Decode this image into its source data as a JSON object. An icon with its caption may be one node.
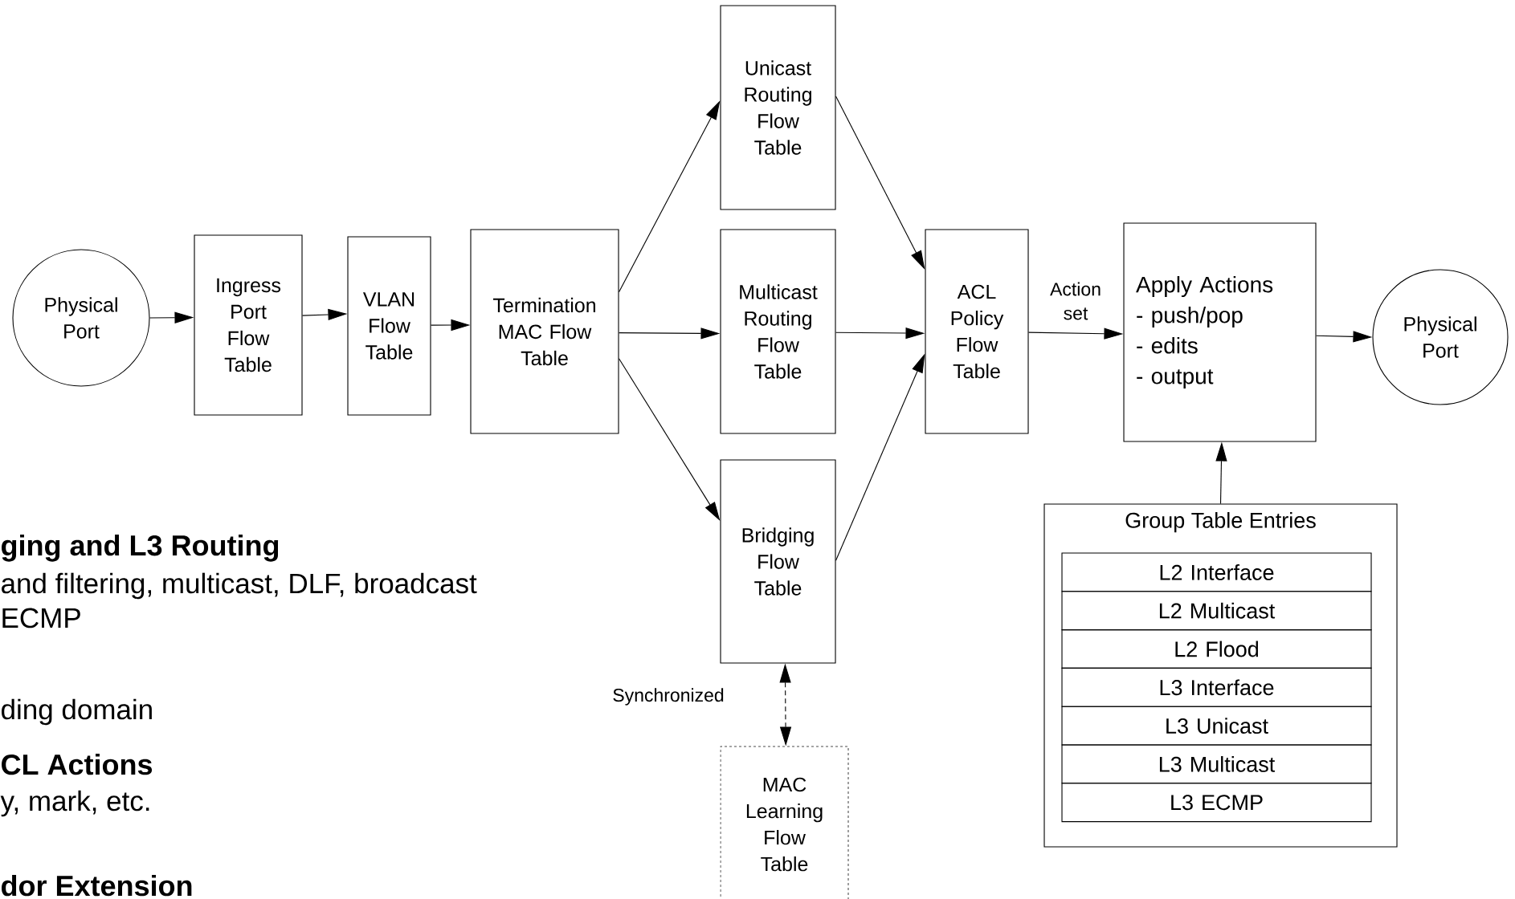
{
  "diagram": {
    "nodes": [
      {
        "text": [
          "Physical Port"
        ]
      },
      {
        "text": [
          "Ingress Port Flow Table"
        ]
      },
      {
        "text": [
          "VLAN Flow Table"
        ]
      },
      {
        "text": [
          "Termination MAC Flow Table"
        ]
      },
      {
        "text": [
          "Unicast Routing Flow Table"
        ]
      },
      {
        "text": [
          "Multicast Routing Flow Table"
        ]
      },
      {
        "text": [
          "Bridging Flow Table"
        ]
      },
      {
        "text": [
          "MAC Learning Flow Table"
        ]
      },
      {
        "text": [
          "ACL Policy Flow Table"
        ]
      },
      {
        "text": [
          "Apply Actions",
          "- push/pop",
          "- edits",
          "- output"
        ]
      },
      {
        "text": [
          "Physical Port"
        ]
      },
      {
        "text": [
          "Group Table Entries"
        ]
      },
      {
        "text": [
          "L2 Interface"
        ],
        "in": 11
      },
      {
        "text": [
          "L2 Multicast"
        ],
        "in": 11
      },
      {
        "text": [
          "L2 Flood"
        ],
        "in": 11
      },
      {
        "text": [
          "L3 Interface"
        ],
        "in": 11
      },
      {
        "text": [
          "L3 Unicast"
        ],
        "in": 11
      },
      {
        "text": [
          "L3 Multicast"
        ],
        "in": 11
      },
      {
        "text": [
          "L3 ECMP"
        ],
        "in": 11
      }
    ],
    "edges": [
      {
        "from": 0,
        "to": 1,
        "arrow": "to"
      },
      {
        "from": 1,
        "to": 2,
        "arrow": "to"
      },
      {
        "from": 2,
        "to": 3,
        "arrow": "to"
      },
      {
        "from": 3,
        "to": 4,
        "arrow": "to"
      },
      {
        "from": 3,
        "to": 5,
        "arrow": "to"
      },
      {
        "from": 3,
        "to": 6,
        "arrow": "to"
      },
      {
        "from": 4,
        "to": 8,
        "arrow": "to"
      },
      {
        "from": 5,
        "to": 8,
        "arrow": "to"
      },
      {
        "from": 6,
        "to": 8,
        "arrow": "to"
      },
      {
        "from": 8,
        "to": 9,
        "arrow": "to",
        "label": "Action set"
      },
      {
        "from": 9,
        "to": 10,
        "arrow": "to"
      },
      {
        "from": 11,
        "to": 9,
        "arrow": "to"
      },
      {
        "from": 6,
        "to": 7,
        "arrow": "both",
        "style": "dashed",
        "label": "Synchronized"
      }
    ],
    "labels": [
      "ging and L3 Routing",
      "and filtering, multicast, DLF, broadcast",
      "ECMP",
      "ding domain",
      "CL Actions",
      "y, mark, etc.",
      "dor Extension"
    ]
  }
}
